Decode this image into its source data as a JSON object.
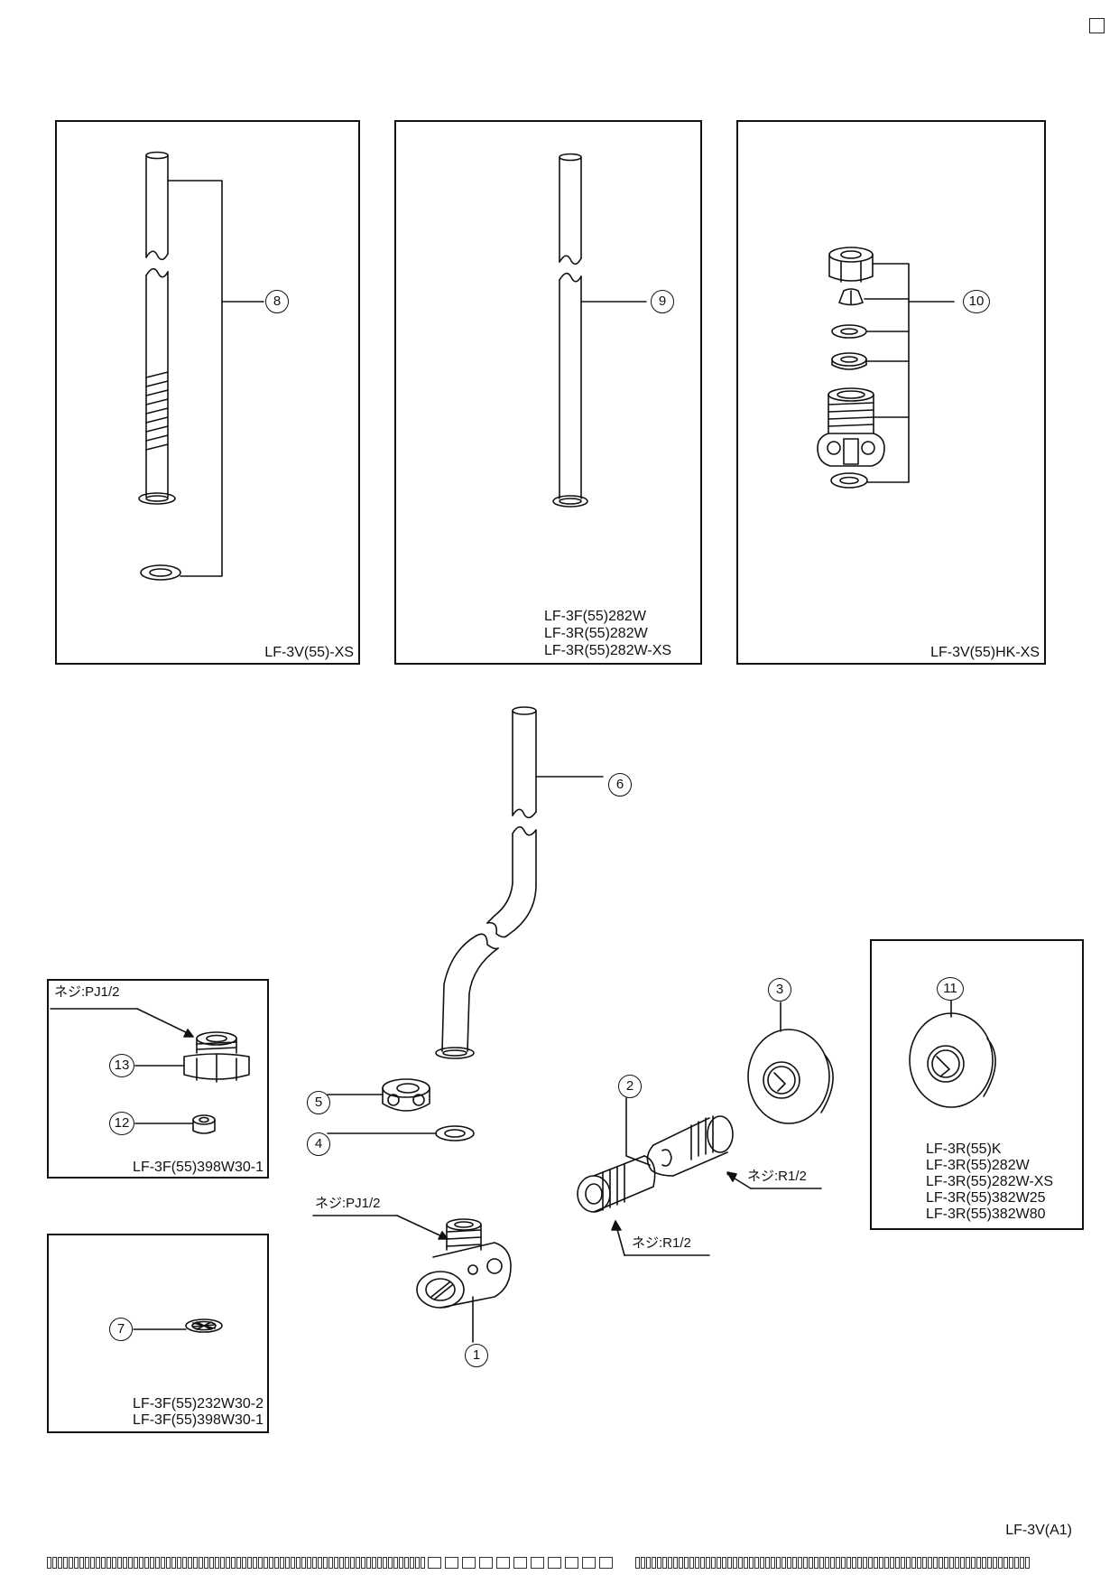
{
  "panels": {
    "a": {
      "model": "LF-3V(55)-XS",
      "callout": "8"
    },
    "b": {
      "models": [
        "LF-3F(55)282W",
        "LF-3R(55)282W",
        "LF-3R(55)282W-XS"
      ],
      "callout": "9"
    },
    "c": {
      "model": "LF-3V(55)HK-XS",
      "callout": "10"
    },
    "d": {
      "thread": "ネジ:PJ1/2",
      "callout_upper": "13",
      "callout_lower": "12",
      "model": "LF-3F(55)398W30-1"
    },
    "e": {
      "callout": "7",
      "models": [
        "LF-3F(55)232W30-2",
        "LF-3F(55)398W30-1"
      ]
    },
    "f": {
      "callout": "11",
      "models": [
        "LF-3R(55)K",
        "LF-3R(55)282W",
        "LF-3R(55)282W-XS",
        "LF-3R(55)382W25",
        "LF-3R(55)382W80"
      ]
    }
  },
  "center": {
    "callouts": {
      "pipe": "6",
      "nut": "5",
      "washer": "4",
      "tee": "1",
      "nipple": "2",
      "escutcheon": "3"
    },
    "thread_tee": "ネジ:PJ1/2",
    "thread_nipple_upper": "ネジ:R1/2",
    "thread_nipple_lower": "ネジ:R1/2"
  },
  "page_model": "LF-3V(A1)"
}
